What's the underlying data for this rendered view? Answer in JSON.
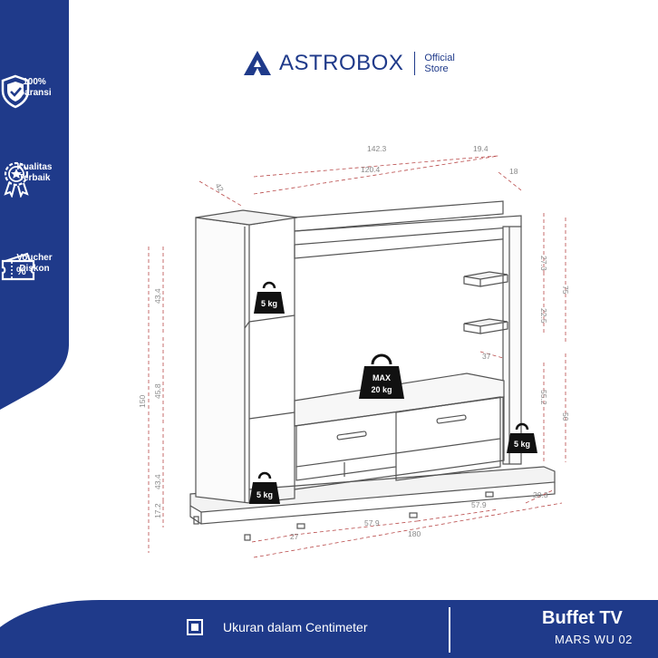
{
  "brand": {
    "name": "ASTROBOX",
    "sub_line1": "Official",
    "sub_line2": "Store"
  },
  "badges": [
    {
      "icon": "shield-check-icon",
      "line1": "100%",
      "line2": "Garansi"
    },
    {
      "icon": "quality-badge-icon",
      "line1": "Kualitas",
      "line2": "Terbaik"
    },
    {
      "icon": "voucher-ticket-icon",
      "line1": "Voucher",
      "line2": "Diskon"
    }
  ],
  "dimensions": {
    "top_total": "142.3",
    "top_main": "120.4",
    "top_right": "19.4",
    "right_depth": "18",
    "left_depth": "42",
    "height_total": "150",
    "left_upper": "43.4",
    "left_mid": "45.8",
    "left_lower": "43.4",
    "left_base": "17.2",
    "right_upper": "27.3",
    "right_mid": "22.5",
    "right_total": "75",
    "right_shelf_depth": "37",
    "right_lower": "55.2",
    "right_lower_total": "50",
    "bottom_left": "27",
    "bottom_mid": "57.9",
    "bottom_mid2": "57.9",
    "bottom_right": "20.3",
    "bottom_total": "180"
  },
  "weights": [
    {
      "line1": "5 kg",
      "line2": ""
    },
    {
      "line1": "MAX",
      "line2": "20 kg"
    },
    {
      "line1": "5 kg",
      "line2": ""
    },
    {
      "line1": "5 kg",
      "line2": ""
    }
  ],
  "footer": {
    "size_note": "Ukuran dalam Centimeter",
    "product_title": "Buffet TV",
    "product_model": "MARS WU 02"
  },
  "colors": {
    "brand_blue": "#1f3a8a",
    "dimension_red": "#b94a4a",
    "line_gray": "#555555"
  }
}
